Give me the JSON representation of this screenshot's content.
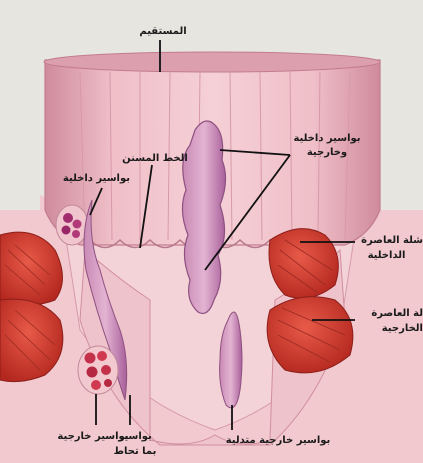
{
  "labels": {
    "rectum": "المستقيم",
    "dentate_line": "الخط المسنن",
    "internal_hemorrhoids": "بواسير داخلية",
    "internal_external_line1": "بواسير داخلية",
    "internal_external_line2": "وخارجية",
    "internal_sphincter_line1": "شلة العاصرة",
    "internal_sphincter_line2": "الداخلية",
    "external_sphincter_line1": "لة العاصرة",
    "external_sphincter_line2": "الخارجية",
    "external_hemorrhoids": "بواسير خارجية",
    "mixed_line1": "بواسير",
    "mixed_line2": "بما تحاط",
    "prolapsed_external": "بواسير خارجية متدلية"
  },
  "colors": {
    "background": "#e7e5e0",
    "tissue": "#e9a9b4",
    "tissue_dark": "#c97c8e",
    "muscle": "#d8453a",
    "muscle_dark": "#a02520",
    "vein": "#b0658f",
    "leader": "#111111"
  }
}
